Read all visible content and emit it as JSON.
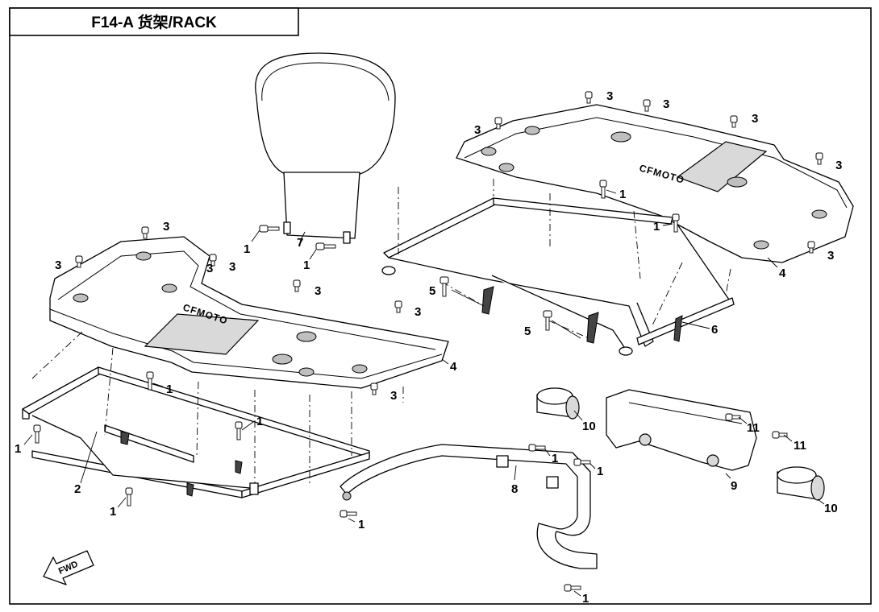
{
  "header": {
    "title": "F14-A 货架/RACK"
  },
  "fwd_label": "FWD",
  "brand_mark": "CFMOTO",
  "callouts": [
    {
      "id": "c01",
      "label": "1"
    },
    {
      "id": "c02",
      "label": "1"
    },
    {
      "id": "c03",
      "label": "1"
    },
    {
      "id": "c04",
      "label": "1"
    },
    {
      "id": "c05",
      "label": "1"
    },
    {
      "id": "c06",
      "label": "1"
    },
    {
      "id": "c07",
      "label": "1"
    },
    {
      "id": "c08",
      "label": "1"
    },
    {
      "id": "c09",
      "label": "1"
    },
    {
      "id": "c10",
      "label": "1"
    },
    {
      "id": "c11",
      "label": "1"
    },
    {
      "id": "c12",
      "label": "1"
    },
    {
      "id": "c13",
      "label": "2"
    },
    {
      "id": "c14",
      "label": "3"
    },
    {
      "id": "c15",
      "label": "3"
    },
    {
      "id": "c16",
      "label": "3"
    },
    {
      "id": "c17",
      "label": "3"
    },
    {
      "id": "c18",
      "label": "3"
    },
    {
      "id": "c19",
      "label": "3"
    },
    {
      "id": "c20",
      "label": "3"
    },
    {
      "id": "c21",
      "label": "3"
    },
    {
      "id": "c22",
      "label": "3"
    },
    {
      "id": "c23",
      "label": "3"
    },
    {
      "id": "c24",
      "label": "3"
    },
    {
      "id": "c25",
      "label": "3"
    },
    {
      "id": "c26",
      "label": "3"
    },
    {
      "id": "c27",
      "label": "4"
    },
    {
      "id": "c28",
      "label": "4"
    },
    {
      "id": "c29",
      "label": "5"
    },
    {
      "id": "c30",
      "label": "5"
    },
    {
      "id": "c31",
      "label": "6"
    },
    {
      "id": "c32",
      "label": "7"
    },
    {
      "id": "c33",
      "label": "8"
    },
    {
      "id": "c34",
      "label": "9"
    },
    {
      "id": "c35",
      "label": "10"
    },
    {
      "id": "c36",
      "label": "10"
    },
    {
      "id": "c37",
      "label": "11"
    },
    {
      "id": "c38",
      "label": "11"
    }
  ]
}
